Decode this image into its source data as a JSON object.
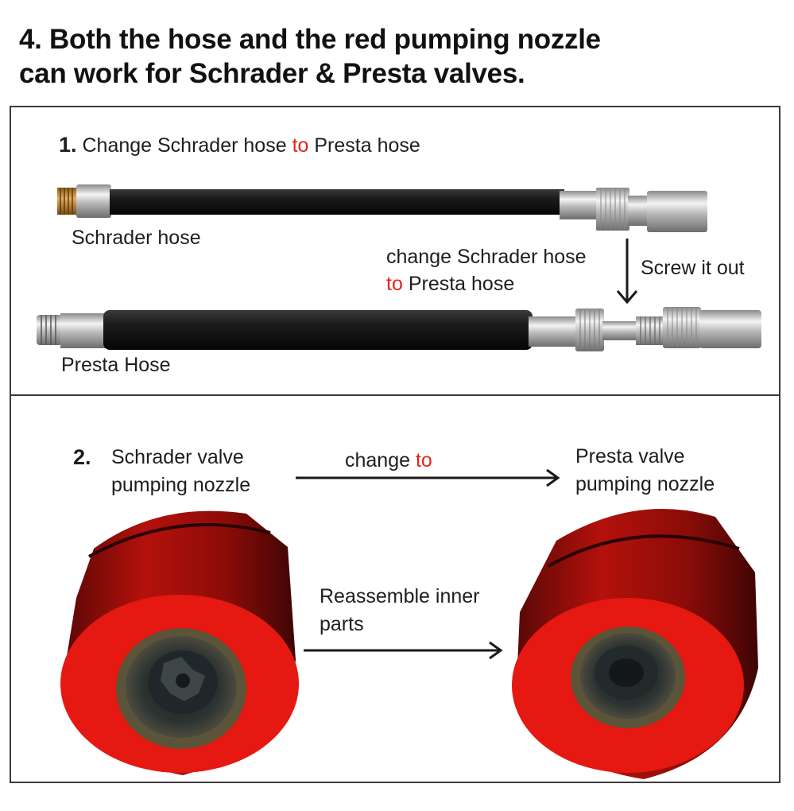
{
  "title": {
    "line1": "4. Both the hose and the red pumping nozzle",
    "line2": "can work for Schrader & Presta valves."
  },
  "panel1": {
    "step_number": "1.",
    "step_text_a": "Change Schrader hose",
    "step_text_to": "to",
    "step_text_b": "Presta hose",
    "schrader_label": "Schrader hose",
    "change_line1": "change Schrader hose",
    "change_to": "to",
    "change_line2_rest": "Presta hose",
    "screw_label": "Screw it out",
    "presta_label": "Presta Hose"
  },
  "panel2": {
    "step_number": "2.",
    "schrader_line1": "Schrader valve",
    "schrader_line2": "pumping nozzle",
    "change_text": "change",
    "change_to": "to",
    "presta_line1": "Presta valve",
    "presta_line2": "pumping nozzle",
    "reassemble_line1": "Reassemble inner",
    "reassemble_line2": "parts"
  },
  "colors": {
    "accent_red": "#e3241b",
    "nozzle_red": "#d8140f",
    "hose_black": "#151515"
  }
}
